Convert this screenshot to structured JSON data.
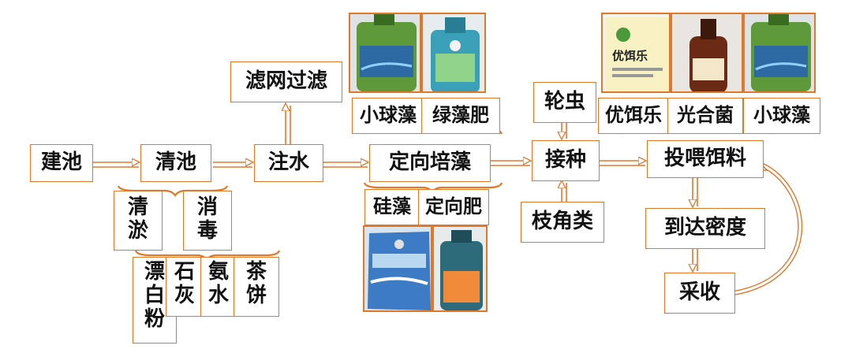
{
  "nodes": {
    "build_pond": "建池",
    "clean_pond": "清池",
    "add_water": "注水",
    "filter_net": "滤网过滤",
    "directed_algae": "定向培藻",
    "inoculate": "接种",
    "feed": "投喂饵料",
    "reach_density": "到达密度",
    "harvest": "采收",
    "rotifer": "轮虫",
    "cladocera": "枝角类"
  },
  "clean_methods": {
    "desilt": [
      "清",
      "淤"
    ],
    "disinfect": [
      "消",
      "毒"
    ]
  },
  "disinfectants": [
    [
      "漂",
      "白",
      "粉"
    ],
    [
      "石",
      "灰"
    ],
    [
      "氨",
      "水"
    ],
    [
      "茶",
      "饼"
    ]
  ],
  "algae_inputs_top": [
    "小球藻",
    "绿藻肥"
  ],
  "algae_inputs_bottom": [
    "硅藻",
    "定向肥"
  ],
  "feed_inputs": [
    "优饵乐",
    "光合菌",
    "小球藻"
  ],
  "colors": {
    "box_border": "#e0782a",
    "arrow": "#e0782a",
    "arrow_fill": "#ffffff",
    "text": "#111111"
  },
  "icons": [
    "bottle-photo",
    "fertilizer-bag-photo",
    "fertilizer-bottle-photo",
    "feed-bag-photo",
    "bacteria-bottle-photo"
  ]
}
